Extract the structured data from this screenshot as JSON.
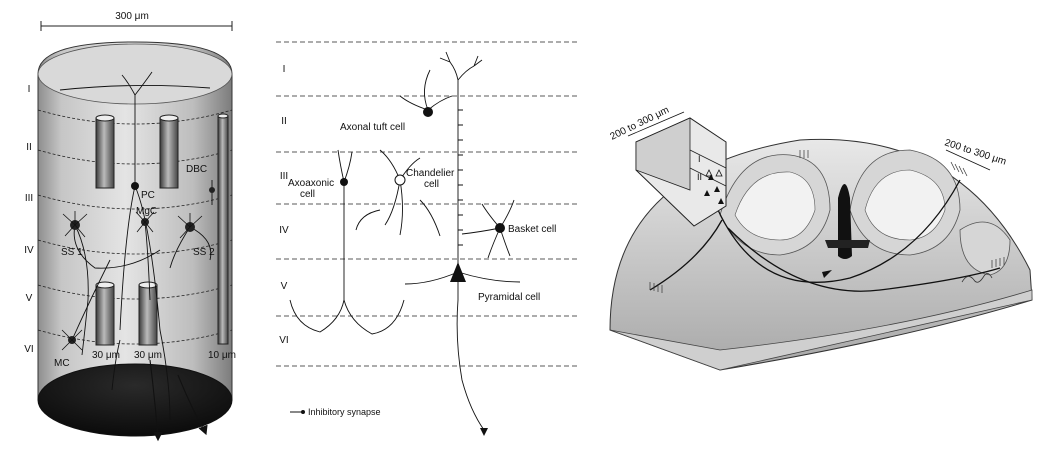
{
  "panel_a": {
    "scale_label": "300 μm",
    "layers": [
      "I",
      "II",
      "III",
      "IV",
      "V",
      "VI"
    ],
    "cells": {
      "pc": "PC",
      "dbc": "DBC",
      "mgc": "MgC",
      "ss1": "SS 1",
      "ss2": "SS 2",
      "mc": "MC"
    },
    "column_labels": [
      "30 μm",
      "30 μm",
      "10 μm"
    ]
  },
  "panel_b": {
    "layers": [
      "I",
      "II",
      "III",
      "IV",
      "V",
      "VI"
    ],
    "cells": {
      "axonal_tuft": "Axonal tuft cell",
      "axoaxonic_1": "Axoaxonic",
      "axoaxonic_2": "cell",
      "chandelier_1": "Chandelier",
      "chandelier_2": "cell",
      "basket": "Basket cell",
      "pyramidal": "Pyramidal cell"
    },
    "legend": "Inhibitory synapse"
  },
  "panel_c": {
    "scale_label_1": "200 to 300 μm",
    "scale_label_2": "200 to 300 μm",
    "block_layers": [
      "I",
      "II"
    ]
  }
}
